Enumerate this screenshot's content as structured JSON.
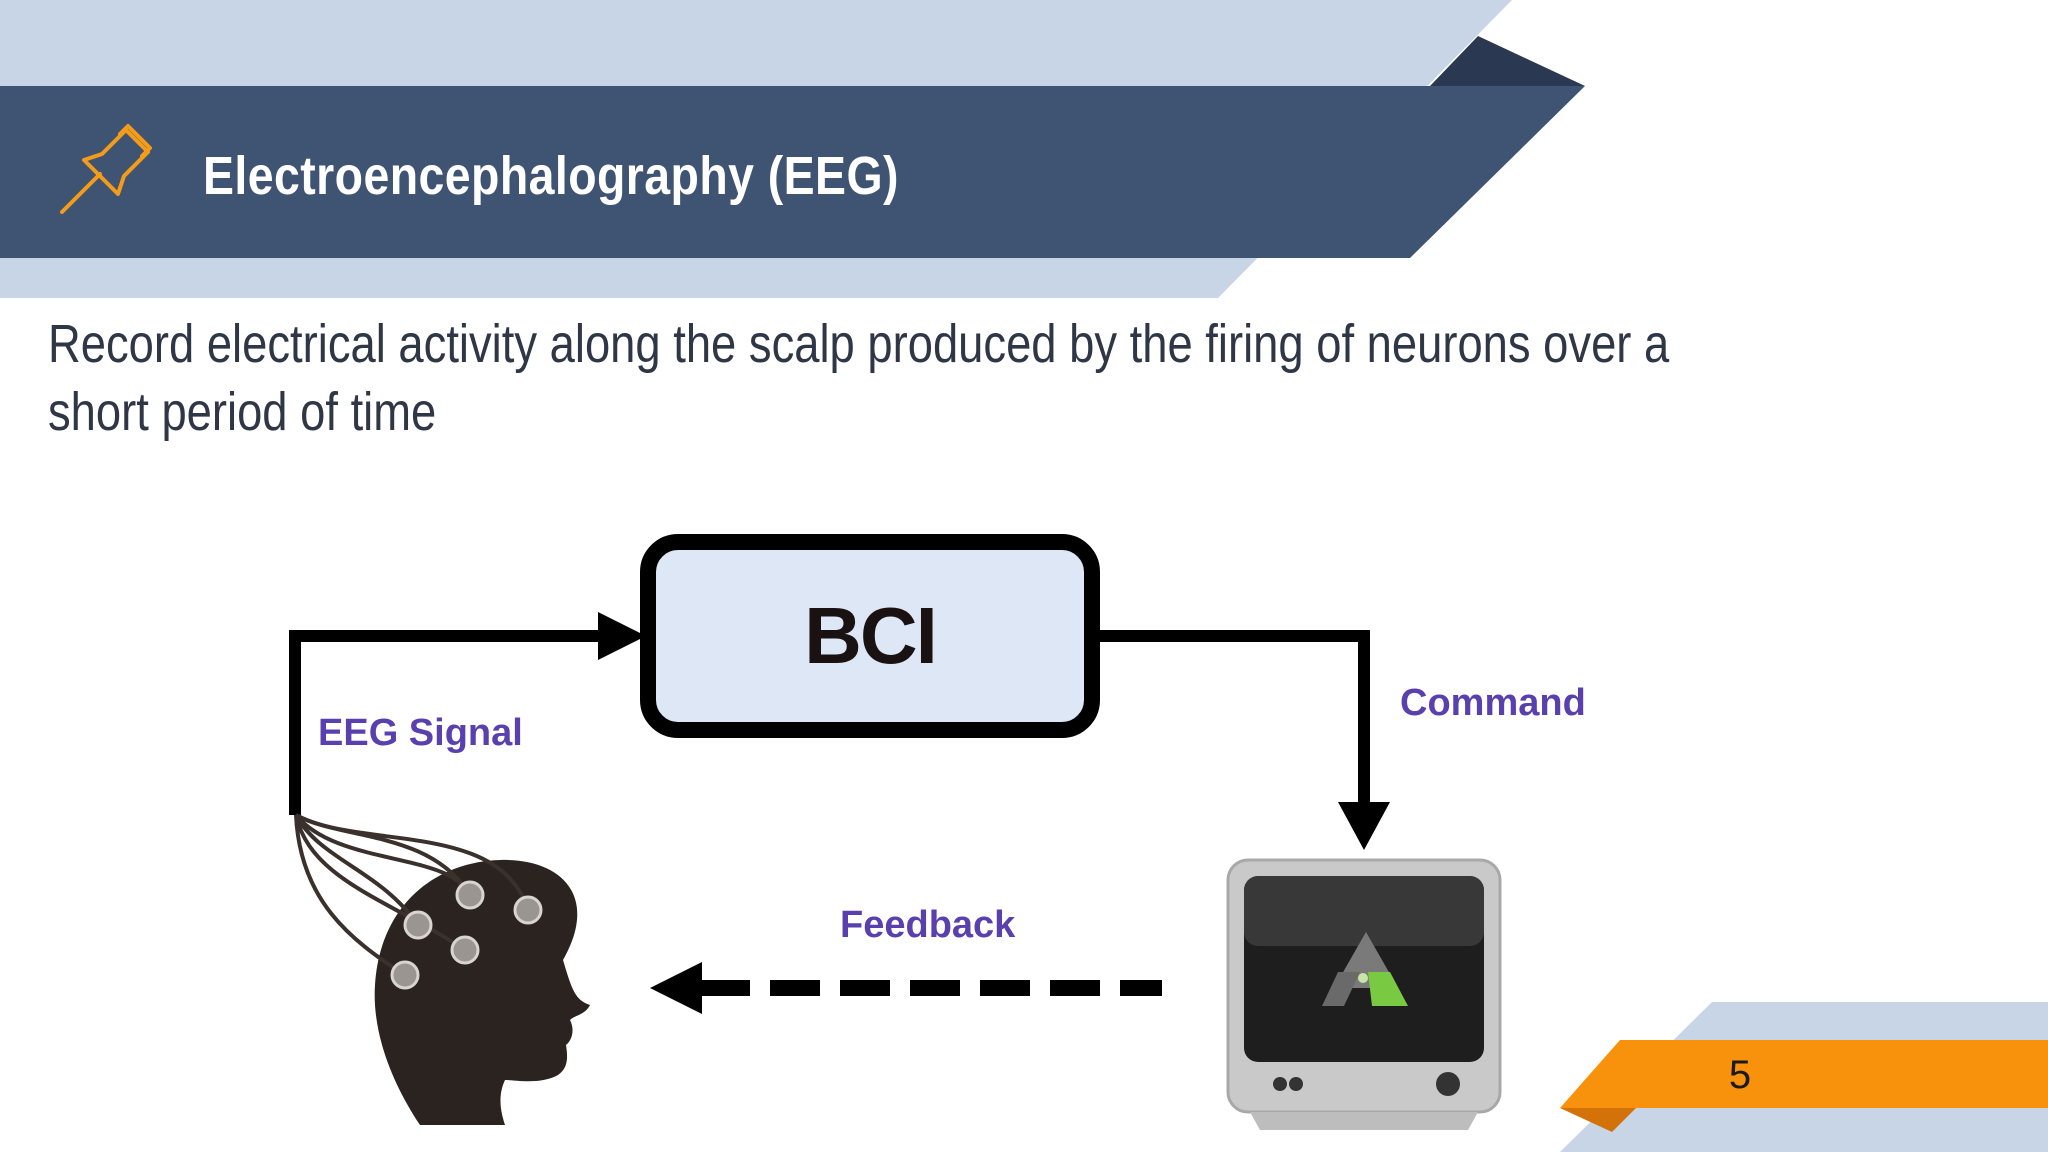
{
  "slide": {
    "title": "Electroencephalography (EEG)",
    "body": "Record electrical activity along the scalp produced by the firing of neurons over a short period of time",
    "page_number": "5",
    "icon": "pushpin-icon"
  },
  "diagram": {
    "nodes": [
      "BCI"
    ],
    "labels": {
      "eeg_signal": "EEG Signal",
      "command": "Command",
      "feedback": "Feedback"
    },
    "images": [
      "head-with-electrodes",
      "computer-monitor"
    ]
  },
  "colors": {
    "banner_dark": "#3f5372",
    "banner_light": "#c8d5e6",
    "accent_orange": "#f8920d",
    "label_purple": "#5a3fae",
    "bci_fill": "#dde7f6"
  }
}
